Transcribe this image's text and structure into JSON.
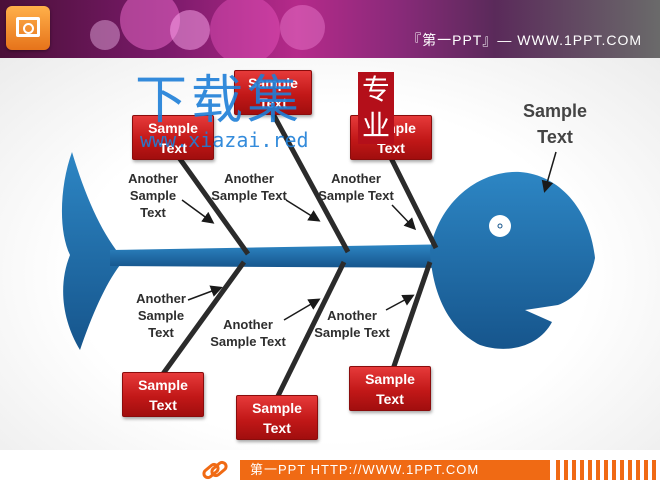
{
  "header": {
    "brand_text": "『第一PPT』— WWW.1PPT.COM"
  },
  "watermark": {
    "big_text": "下载集",
    "url_text": "www.xiazai.red",
    "seal_text": "专业"
  },
  "diagram": {
    "head_label": "Sample Text",
    "boxes": {
      "top_left": "Sample Text",
      "top_mid": "Sample Text",
      "top_right": "Sample Text",
      "bottom_left": "Sample Text",
      "bottom_mid": "Sample Text",
      "bottom_right": "Sample Text"
    },
    "labels": {
      "upper_left": "Another Sample Text",
      "upper_mid": "Another Sample Text",
      "upper_right": "Another Sample Text",
      "lower_left": "Another Sample Text",
      "lower_mid": "Another Sample Text",
      "lower_right": "Another Sample Text"
    }
  },
  "footer": {
    "text": "第一PPT HTTP://WWW.1PPT.COM"
  },
  "colors": {
    "fish": "#1e6aa8",
    "box_red": "#c21818",
    "accent_orange": "#f06a14"
  }
}
